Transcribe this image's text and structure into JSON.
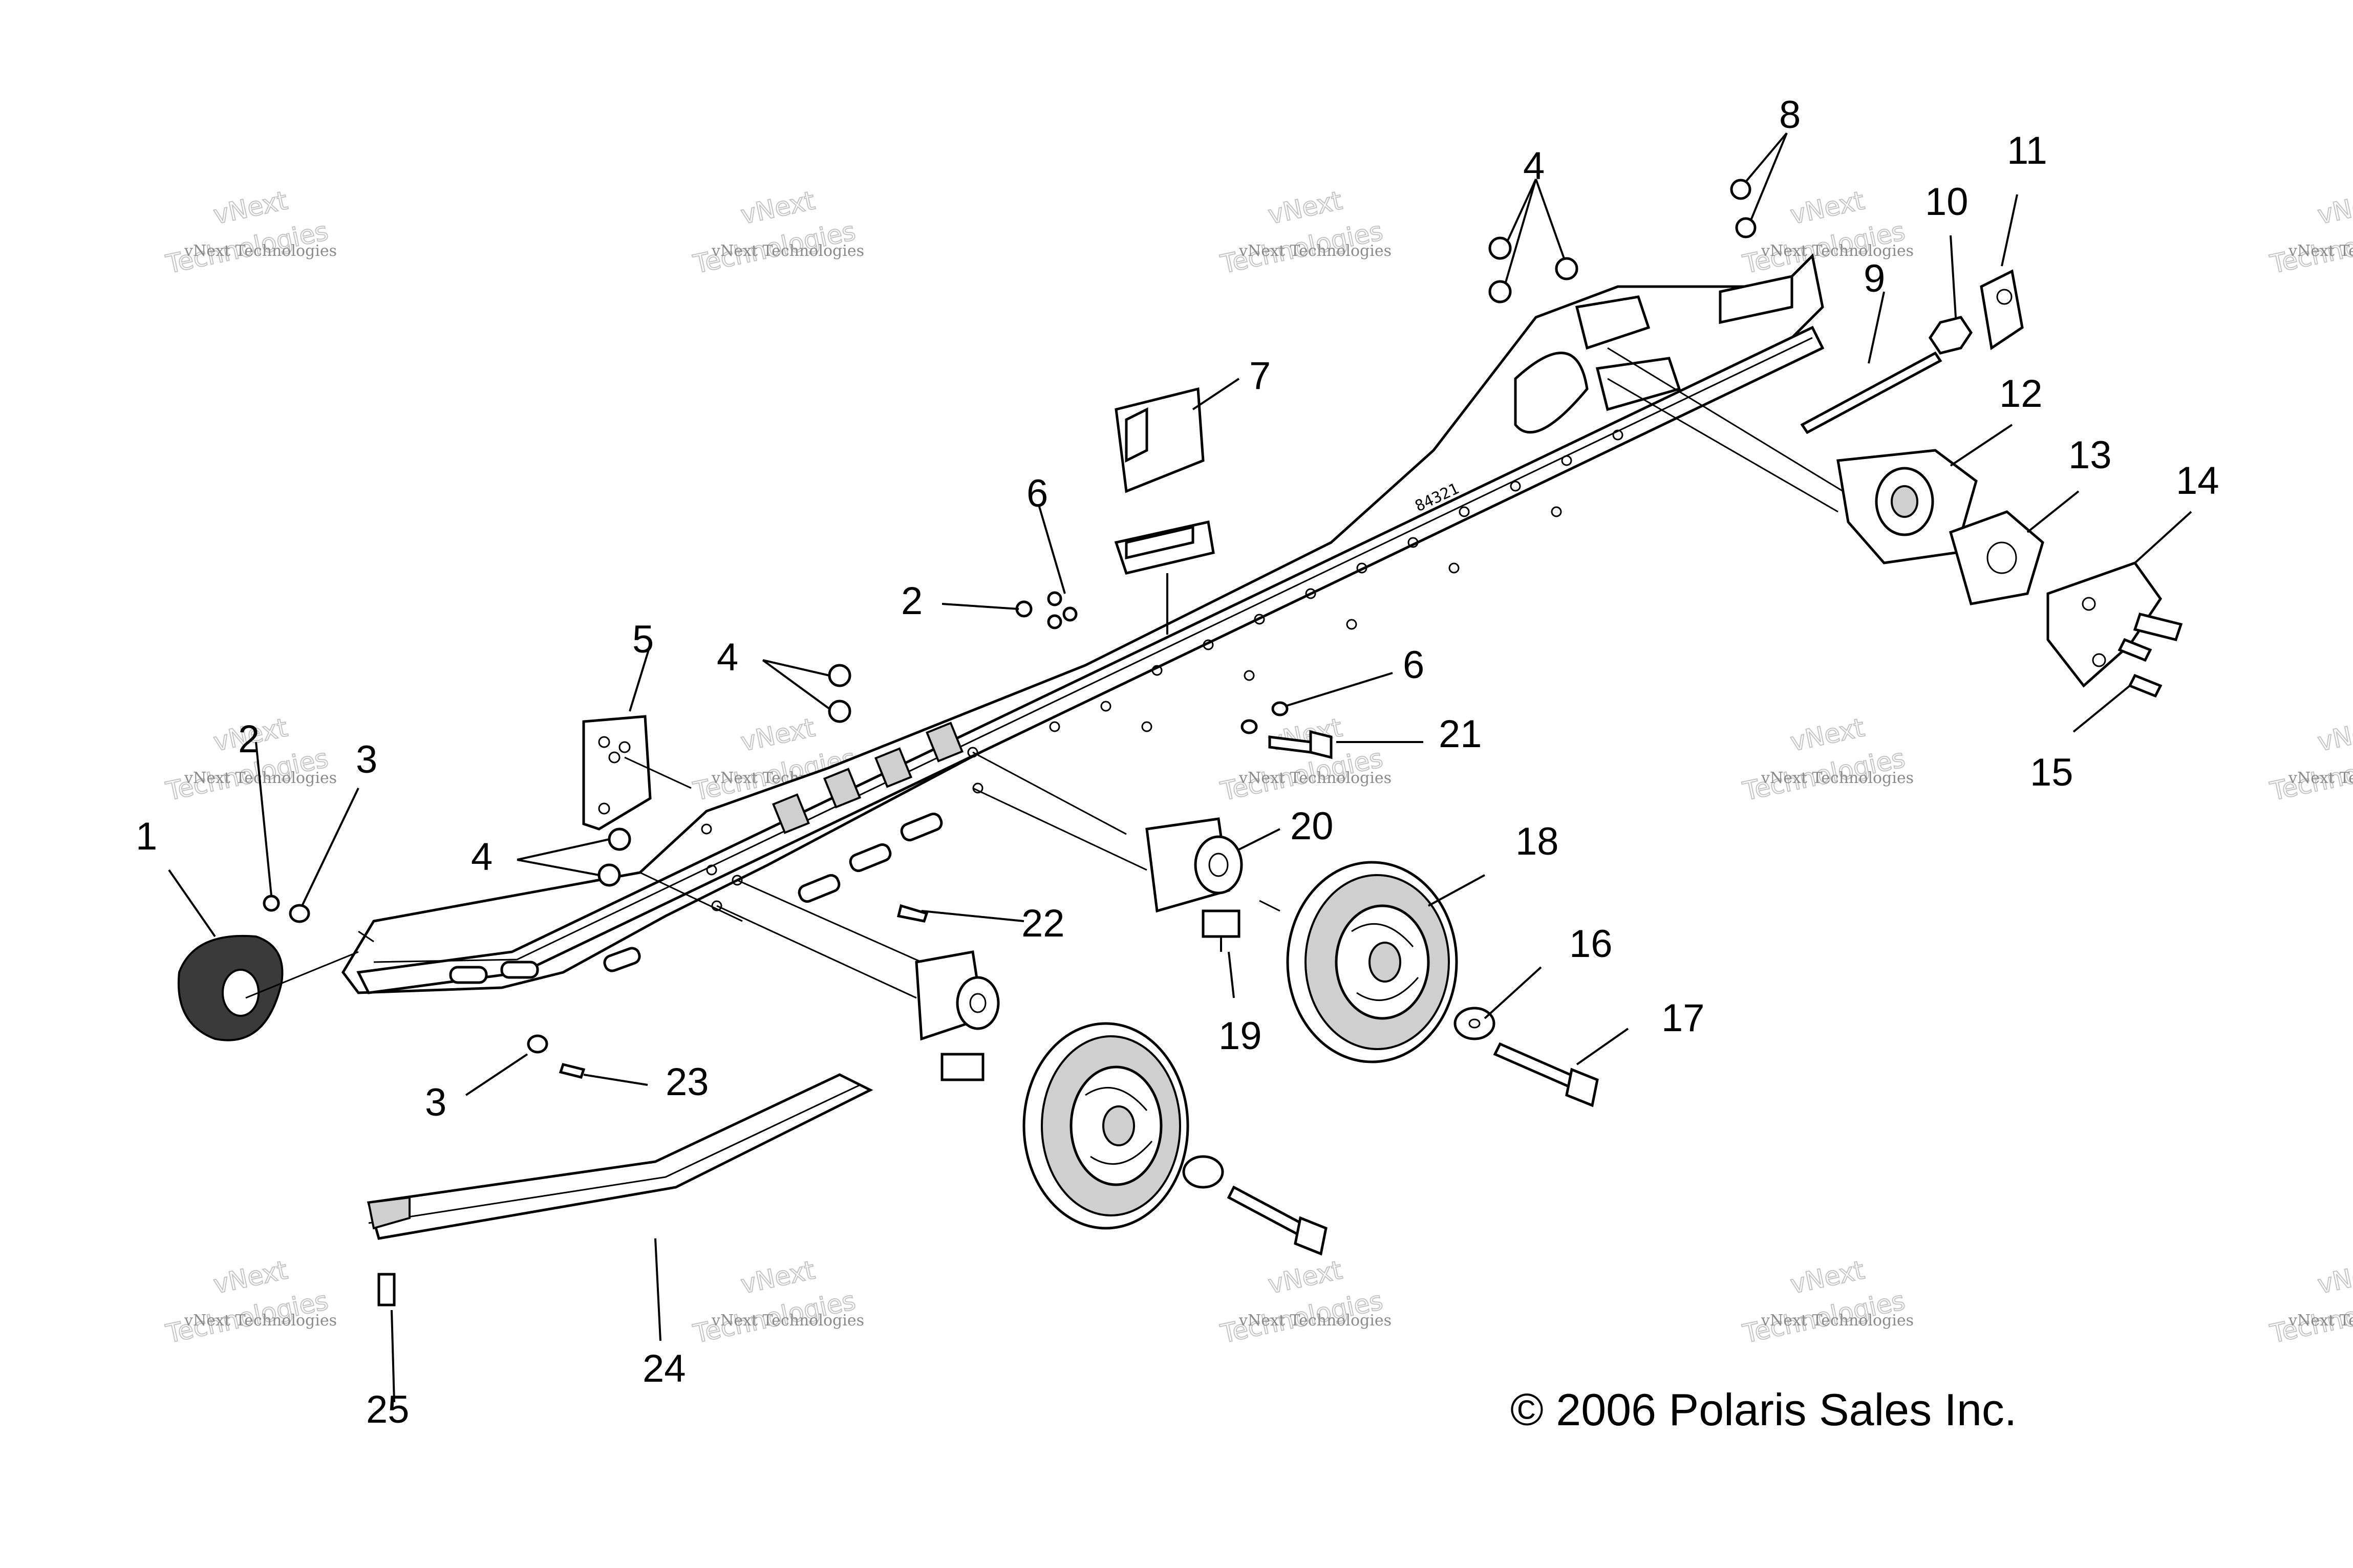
{
  "diagram": {
    "copyright": "© 2006 Polaris Sales Inc.",
    "watermark": {
      "line1": "vNext Technologies",
      "line2": "vNext",
      "line3": "Technologies"
    },
    "rail_stamp": "84321",
    "labels": {
      "l1": "1",
      "l2a": "2",
      "l2b": "2",
      "l3a": "3",
      "l3b": "3",
      "l4a": "4",
      "l4b": "4",
      "l4c": "4",
      "l5": "5",
      "l6a": "6",
      "l6b": "6",
      "l7": "7",
      "l8": "8",
      "l9": "9",
      "l10": "10",
      "l11": "11",
      "l12": "12",
      "l13": "13",
      "l14": "14",
      "l15": "15",
      "l16": "16",
      "l17": "17",
      "l18": "18",
      "l19": "19",
      "l20": "20",
      "l21": "21",
      "l22": "22",
      "l23": "23",
      "l24": "24",
      "l25": "25"
    }
  }
}
